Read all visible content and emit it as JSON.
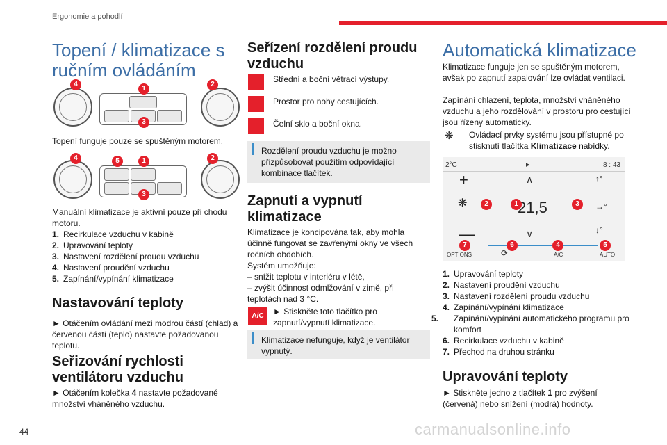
{
  "header": {
    "section": "Ergonomie a pohodlí",
    "page_number": "44"
  },
  "watermark": "carmanualsonline.info",
  "colors": {
    "accent_red": "#e4202b",
    "heading_blue": "#3c6ea6",
    "info_blue": "#3c8ec9"
  },
  "col1": {
    "title": "Topení / klimatizace s ručním ovládáním",
    "fig1_badges": [
      "4",
      "1",
      "2",
      "3"
    ],
    "p_heating": "Topení funguje pouze se spuštěným motorem.",
    "fig2_badges": [
      "4",
      "5",
      "1",
      "2",
      "3"
    ],
    "p_manual": "Manuální klimatizace je aktivní pouze při chodu motoru.",
    "list": [
      {
        "n": "1.",
        "t": "Recirkulace vzduchu v kabině"
      },
      {
        "n": "2.",
        "t": "Upravování teploty"
      },
      {
        "n": "3.",
        "t": "Nastavení rozdělení proudu vzduchu"
      },
      {
        "n": "4.",
        "t": "Nastavení proudění vzduchu"
      },
      {
        "n": "5.",
        "t": "Zapínání/vypínání klimatizace"
      }
    ],
    "h_temp": "Nastavování teploty",
    "p_temp": "► Otáčením ovládání mezi modrou částí (chlad) a červenou částí (teplo) nastavte požadovanou teplotu.",
    "h_fan": "Seřizování rychlosti ventilátoru vzduchu",
    "p_fan_pre": "► Otáčením kolečka ",
    "p_fan_num": "4",
    "p_fan_post": " nastavte požadované množství vháněného vzduchu."
  },
  "col2": {
    "title": "Seřízení rozdělení proudu vzduchu",
    "icons": [
      {
        "icon": "central-vents-icon",
        "text": "Střední a boční větrací výstupy."
      },
      {
        "icon": "footwell-icon",
        "text": "Prostor pro nohy cestujících."
      },
      {
        "icon": "windscreen-icon",
        "text": "Čelní sklo a boční okna."
      }
    ],
    "info1": "Rozdělení proudu vzduchu je možno přizpůsobovat použitím odpovídající kombinace tlačítek.",
    "h_onoff": "Zapnutí a vypnutí klimatizace",
    "p_onoff": "Klimatizace je koncipována tak, aby mohla účinně fungovat se zavřenými okny ve všech ročních obdobích.",
    "p_allows": "Systém umožňuje:",
    "p_b1": "– snížit teplotu v interiéru v létě,",
    "p_b2": "– zvýšit účinnost odmlžování v zimě, při teplotách nad 3 °C.",
    "ac_label": "A/C",
    "p_press": "► Stiskněte toto tlačítko pro zapnutí/vypnutí klimatizace.",
    "info2": "Klimatizace nefunguje, když je ventilátor vypnutý."
  },
  "col3": {
    "title": "Automatická klimatizace",
    "p1": "Klimatizace funguje jen se spuštěným motorem, avšak po zapnutí zapalování lze ovládat ventilaci.",
    "p2": "Zapínání chlazení, teplota, množství vháněného vzduchu a jeho rozdělování v prostoru pro cestující jsou řízeny automaticky.",
    "p3_pre": "Ovládací prvky systému jsou přístupné po stisknutí tlačítka ",
    "p3_bold": "Klimatizace",
    "p3_post": " nabídky.",
    "screen": {
      "outside_temp": "2°C",
      "clock": "8 : 43",
      "temp_value": "21,5",
      "btn_options": "OPTIONS",
      "btn_ac": "A/C",
      "btn_auto": "AUTO"
    },
    "screen_badges": [
      "1",
      "2",
      "3",
      "4",
      "5",
      "6",
      "7"
    ],
    "list": [
      {
        "n": "1.",
        "t": "Upravování teploty"
      },
      {
        "n": "2.",
        "t": "Nastavení proudění vzduchu"
      },
      {
        "n": "3.",
        "t": "Nastavení rozdělení proudu vzduchu"
      },
      {
        "n": "4.",
        "t": "Zapínání/vypínání klimatizace"
      },
      {
        "n": "5.",
        "t": "Zapínání/vypínání automatického programu pro komfort"
      },
      {
        "n": "6.",
        "t": "Recirkulace vzduchu v kabině"
      },
      {
        "n": "7.",
        "t": "Přechod na druhou stránku"
      }
    ],
    "h_temp": "Upravování teploty",
    "p_temp_pre": "► Stiskněte jedno z tlačítek ",
    "p_temp_num": "1",
    "p_temp_post": " pro zvýšení (červená) nebo snížení (modrá) hodnoty."
  }
}
